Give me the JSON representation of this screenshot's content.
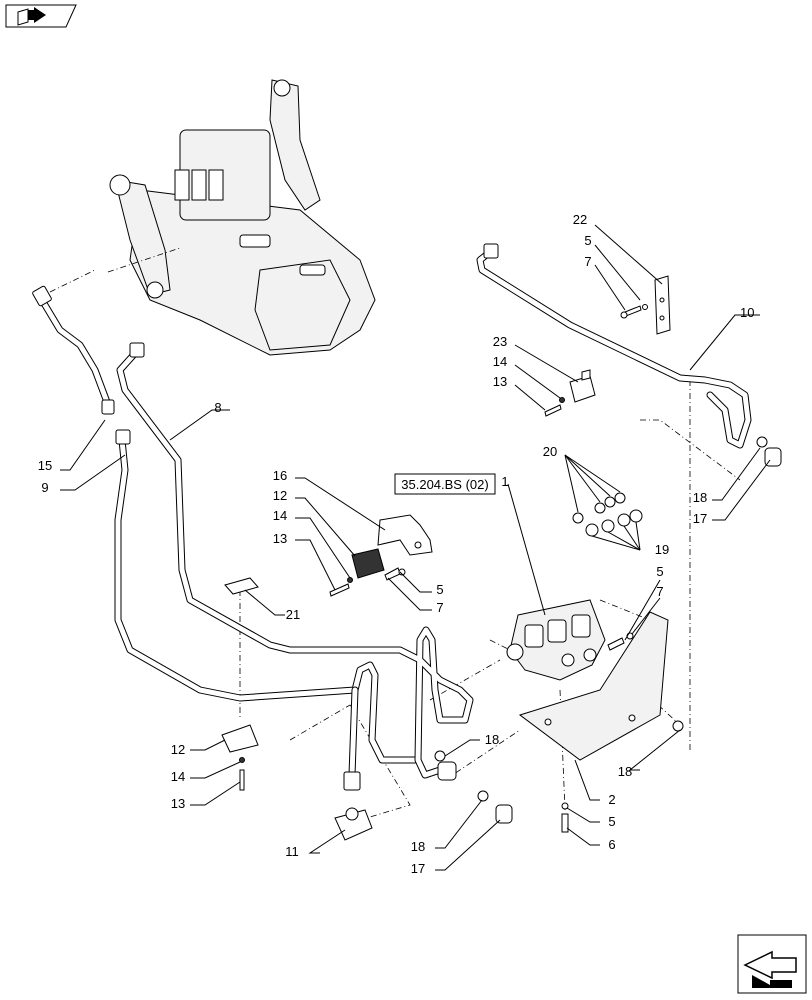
{
  "header_icon": "book-arrow-icon",
  "footer_icon": "next-page-arrow-icon",
  "reference_label": "35.204.BS (02)",
  "callouts": [
    {
      "id": "c22",
      "text": "22"
    },
    {
      "id": "c5a",
      "text": "5"
    },
    {
      "id": "c7a",
      "text": "7"
    },
    {
      "id": "c10",
      "text": "10"
    },
    {
      "id": "c23",
      "text": "23"
    },
    {
      "id": "c14a",
      "text": "14"
    },
    {
      "id": "c13a",
      "text": "13"
    },
    {
      "id": "c8",
      "text": "8"
    },
    {
      "id": "c15",
      "text": "15"
    },
    {
      "id": "c9",
      "text": "9"
    },
    {
      "id": "c20",
      "text": "20"
    },
    {
      "id": "c18a",
      "text": "18"
    },
    {
      "id": "c17a",
      "text": "17"
    },
    {
      "id": "c16",
      "text": "16"
    },
    {
      "id": "c12a",
      "text": "12"
    },
    {
      "id": "c14b",
      "text": "14"
    },
    {
      "id": "c13b",
      "text": "13"
    },
    {
      "id": "c5b",
      "text": "5"
    },
    {
      "id": "c7b",
      "text": "7"
    },
    {
      "id": "c1",
      "text": "1"
    },
    {
      "id": "c19",
      "text": "19"
    },
    {
      "id": "c5c",
      "text": "5"
    },
    {
      "id": "c7c",
      "text": "7"
    },
    {
      "id": "c21",
      "text": "21"
    },
    {
      "id": "c12b",
      "text": "12"
    },
    {
      "id": "c14c",
      "text": "14"
    },
    {
      "id": "c13c",
      "text": "13"
    },
    {
      "id": "c18b",
      "text": "18"
    },
    {
      "id": "c18c",
      "text": "18"
    },
    {
      "id": "c2",
      "text": "2"
    },
    {
      "id": "c18d",
      "text": "18"
    },
    {
      "id": "c5d",
      "text": "5"
    },
    {
      "id": "c6",
      "text": "6"
    },
    {
      "id": "c11",
      "text": "11"
    },
    {
      "id": "c17b",
      "text": "17"
    }
  ]
}
